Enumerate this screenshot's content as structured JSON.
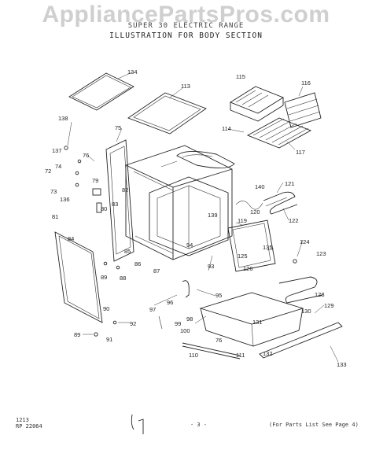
{
  "watermark": "AppliancePartsPros.com",
  "header": {
    "line1": "SUPER 30 ELECTRIC RANGE",
    "line2": "ILLUSTRATION FOR BODY SECTION"
  },
  "callouts": [
    "134",
    "113",
    "115",
    "116",
    "114",
    "117",
    "138",
    "137",
    "72",
    "74",
    "73",
    "136",
    "75",
    "76",
    "82",
    "79",
    "80",
    "83",
    "85",
    "86",
    "81",
    "84",
    "88",
    "89",
    "87",
    "90",
    "91",
    "92",
    "89",
    "119",
    "140",
    "121",
    "120",
    "122",
    "139",
    "94",
    "93",
    "135",
    "125",
    "126",
    "124",
    "123",
    "95",
    "96",
    "97",
    "98",
    "99",
    "100",
    "76",
    "110",
    "111",
    "128",
    "129",
    "130",
    "131",
    "132",
    "133"
  ],
  "footer": {
    "code1": "1213",
    "code2": "RP 22064",
    "page": "- 3 -",
    "note": "(For Parts List See Page 4)"
  }
}
